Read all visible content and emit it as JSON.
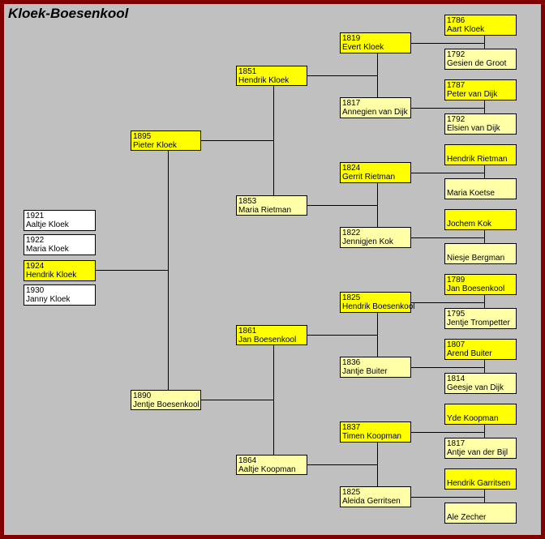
{
  "title": "Kloek-Boesenkool",
  "colors": {
    "frame": "#800000",
    "background": "#c0c0c0",
    "male": "#ffff00",
    "female": "#ffffa8",
    "sibling": "#ffffff"
  },
  "siblings": [
    {
      "year": "1921",
      "name": "Aaltje Kloek"
    },
    {
      "year": "1922",
      "name": "Maria Kloek"
    },
    {
      "year": "1924",
      "name": "Hendrik Kloek"
    },
    {
      "year": "1930",
      "name": "Janny Kloek"
    }
  ],
  "gen1": [
    {
      "year": "1895",
      "name": "Pieter Kloek"
    },
    {
      "year": "1890",
      "name": "Jentje Boesenkool"
    }
  ],
  "gen2": [
    {
      "year": "1851",
      "name": "Hendrik Kloek"
    },
    {
      "year": "1853",
      "name": "Maria Rietman"
    },
    {
      "year": "1861",
      "name": "Jan Boesenkool"
    },
    {
      "year": "1864",
      "name": "Aaltje Koopman"
    }
  ],
  "gen3": [
    {
      "year": "1819",
      "name": "Evert Kloek"
    },
    {
      "year": "1817",
      "name": "Annegien van Dijk"
    },
    {
      "year": "1824",
      "name": "Gerrit Rietman"
    },
    {
      "year": "1822",
      "name": "Jennigjen Kok"
    },
    {
      "year": "1825",
      "name": "Hendrik Boesenkool"
    },
    {
      "year": "1836",
      "name": "Jantje Buiter"
    },
    {
      "year": "1837",
      "name": "Timen Koopman"
    },
    {
      "year": "1825",
      "name": "Aleida Gerritsen"
    }
  ],
  "gen4": [
    {
      "year": "1786",
      "name": "Aart Kloek"
    },
    {
      "year": "1792",
      "name": "Gesien de Groot"
    },
    {
      "year": "1787",
      "name": "Peter van Dijk"
    },
    {
      "year": "1792",
      "name": "Elsien van Dijk"
    },
    {
      "year": "",
      "name": "Hendrik Rietman"
    },
    {
      "year": "",
      "name": "Maria Koetse"
    },
    {
      "year": "",
      "name": "Jochem Kok"
    },
    {
      "year": "",
      "name": "Niesje Bergman"
    },
    {
      "year": "1789",
      "name": "Jan Boesenkool"
    },
    {
      "year": "1795",
      "name": "Jentje Trompetter"
    },
    {
      "year": "1807",
      "name": "Arend Buiter"
    },
    {
      "year": "1814",
      "name": "Geesje van Dijk"
    },
    {
      "year": "",
      "name": "Yde Koopman"
    },
    {
      "year": "1817",
      "name": "Antje van der Bijl"
    },
    {
      "year": "",
      "name": "Hendrik Garritsen"
    },
    {
      "year": "",
      "name": "Ale Zecher"
    }
  ]
}
